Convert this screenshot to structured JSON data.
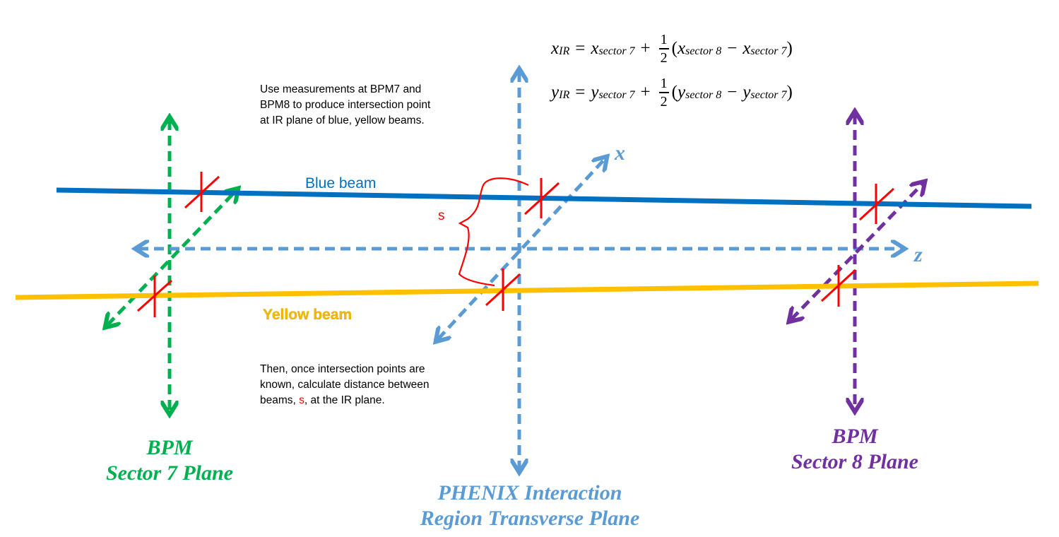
{
  "equations": {
    "x_line": {
      "lhs": "x",
      "lhs_sub": "IR",
      "eq": "=",
      "t1": "x",
      "t1_sub": "sector 7",
      "plus": "+",
      "num": "1",
      "den": "2",
      "open": "(",
      "t2": "x",
      "t2_sub": "sector 8",
      "minus": "−",
      "t3": "x",
      "t3_sub": "sector 7",
      "close": ")"
    },
    "y_line": {
      "lhs": "y",
      "lhs_sub": "IR",
      "eq": "=",
      "t1": "y",
      "t1_sub": "sector 7",
      "plus": "+",
      "num": "1",
      "den": "2",
      "open": "(",
      "t2": "y",
      "t2_sub": "sector 8",
      "minus": "−",
      "t3": "y",
      "t3_sub": "sector 7",
      "close": ")"
    }
  },
  "notes": {
    "top": [
      "Use measurements at BPM7 and",
      "BPM8 to produce intersection point",
      "at IR plane of blue, yellow beams."
    ],
    "bottom_l1": "Then, once intersection points are",
    "bottom_l2": "known, calculate distance between",
    "bottom_l3_pre": "beams, ",
    "bottom_l3_s": "s",
    "bottom_l3_post": ", at the IR plane."
  },
  "beams": {
    "blue": "Blue beam",
    "yellow": "Yellow beam"
  },
  "axes": {
    "x": "x",
    "z": "z"
  },
  "separation_label": "s",
  "planes": {
    "sector7": [
      "BPM",
      "Sector 7 Plane"
    ],
    "ir": [
      "PHENIX Interaction",
      "Region Transverse Plane"
    ],
    "sector8": [
      "BPM",
      "Sector 8 Plane"
    ]
  },
  "colors": {
    "blue_beam": "#0070C0",
    "yellow_beam": "#FFC000",
    "yellow_label": "#F5B800",
    "sector7": "#00B050",
    "ir_plane": "#5B9BD5",
    "sector8": "#7030A0",
    "marker": "#FF0000"
  }
}
